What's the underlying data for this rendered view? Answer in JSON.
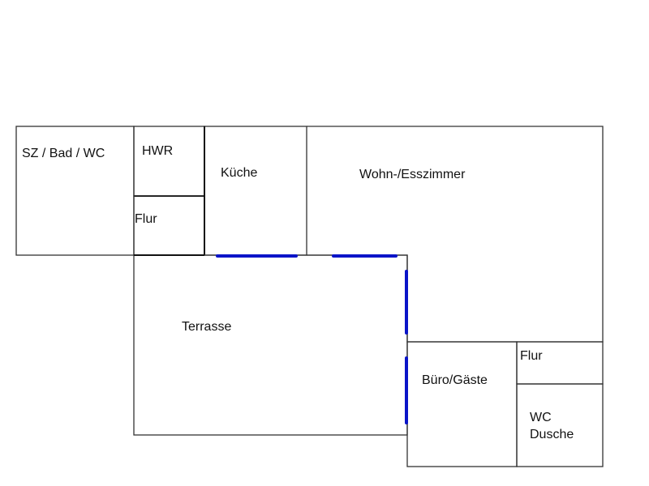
{
  "plan": {
    "title": "Grundriss",
    "colors": {
      "wall": "#333333",
      "window": "#0a14c8",
      "background": "#ffffff"
    },
    "rooms": [
      {
        "id": "sz",
        "label": "SZ / Bad / WC"
      },
      {
        "id": "hwr",
        "label": "HWR"
      },
      {
        "id": "flur1",
        "label": "Flur"
      },
      {
        "id": "kueche",
        "label": "Küche"
      },
      {
        "id": "wohn",
        "label": "Wohn-/Esszimmer"
      },
      {
        "id": "terrasse",
        "label": "Terrasse"
      },
      {
        "id": "buero",
        "label": "Büro/Gäste"
      },
      {
        "id": "flur2",
        "label": "Flur"
      },
      {
        "id": "wc",
        "label": "WC\nDusche"
      }
    ]
  }
}
